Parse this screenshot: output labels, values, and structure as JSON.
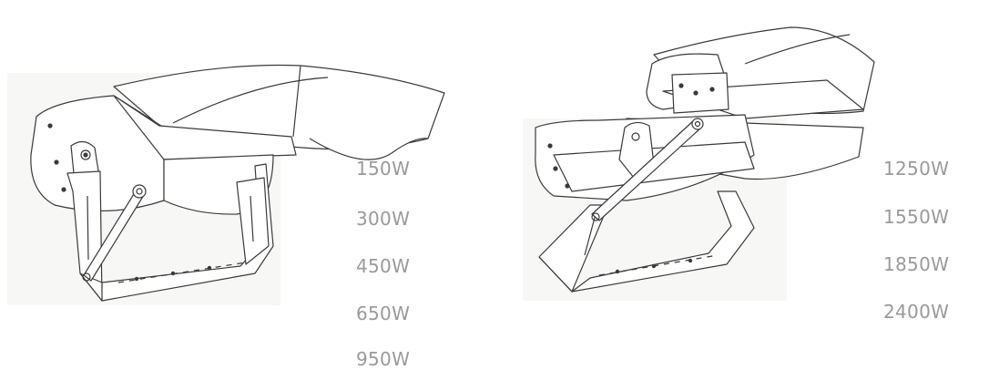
{
  "left_fixture": {
    "power_options": [
      "150W",
      "300W",
      "450W",
      "650W",
      "950W"
    ]
  },
  "right_fixture": {
    "power_options": [
      "1250W",
      "1550W",
      "1850W",
      "2400W"
    ]
  },
  "colors": {
    "label": "#9a9a9a",
    "line": "#3a3a3a",
    "background": "#ffffff"
  }
}
